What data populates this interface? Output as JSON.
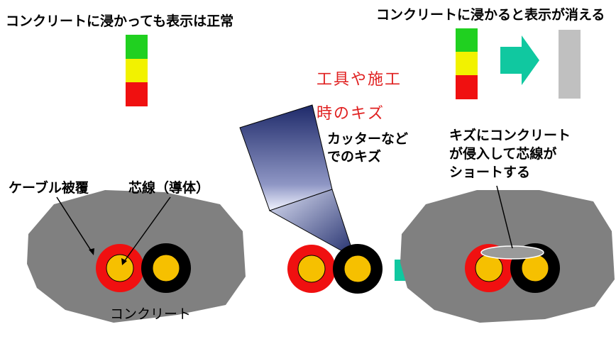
{
  "labels": {
    "top_left_caption": "コンクリートに浸かっても表示は正常",
    "top_right_caption": "コンクリートに浸かると表示が消える",
    "tool_damage_line1": "工具や施工",
    "tool_damage_line2": "時のキズ",
    "cutter_line1": "カッターなど",
    "cutter_line2": "でのキズ",
    "short_line1": "キズにコンクリート",
    "short_line2": "が侵入して芯線が",
    "short_line3": "ショートする",
    "cable_sheath": "ケーブル被覆",
    "core_wire": "芯線（導体）",
    "concrete": "コンクリート"
  },
  "colors": {
    "indicator_green": "#20d020",
    "indicator_yellow": "#f2f200",
    "indicator_red": "#f01010",
    "indicator_off": "#c0c0c0",
    "concrete_gray": "#808080",
    "arrow_teal": "#10c8a0",
    "sheath_red": "#f01010",
    "sheath_black": "#000000",
    "conductor_gold": "#f6c000",
    "tool_blade_dark": "#1e2a6a",
    "damage_text": "#e02020"
  }
}
